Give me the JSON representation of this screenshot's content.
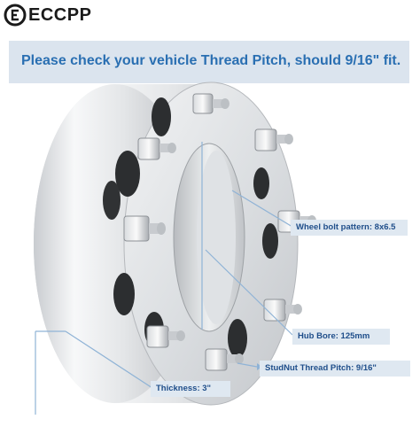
{
  "brand": {
    "name": "ECCPP",
    "logo_icon": "eccpp-logo-icon"
  },
  "banner": {
    "text": "Please check your vehicle Thread Pitch, should 9/16\" fit."
  },
  "callouts": {
    "bolt_pattern": "Wheel bolt pattern: 8x6.5",
    "hub_bore": "Hub Bore: 125mm",
    "stud_thread": "StudNut Thread Pitch: 9/16\"",
    "thickness": "Thickness: 3\""
  },
  "colors": {
    "banner_bg": "#dbe4ee",
    "banner_text": "#2a6fb2",
    "callout_bg": "#dfe8f1",
    "callout_text": "#1f4e8a",
    "guide_lines": "#8fb3d6"
  }
}
